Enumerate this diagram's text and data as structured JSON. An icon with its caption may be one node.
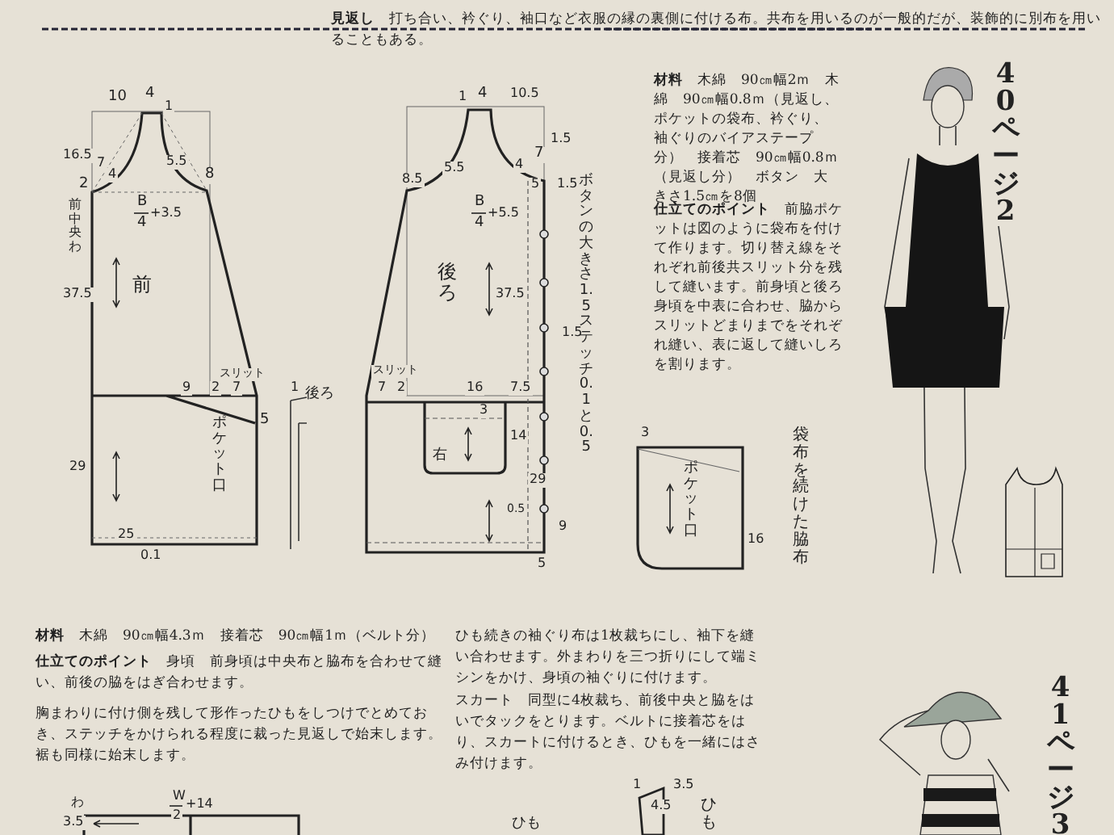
{
  "diagram": {
    "labels": [
      "**見返し**　打ち合い、衿ぐり、袖口など衣服の縁の裏側に付ける布。共布を用いるのが一般的だが、装飾的に別布を用いることもある。",
      "10",
      "4",
      "1",
      "16.5",
      "7",
      "4",
      "5.5",
      "8",
      "2",
      "B",
      "4",
      "+3.5",
      "前中央わ",
      "37.5",
      "前",
      "スリット",
      "9",
      "2",
      "7",
      "1",
      "後ろ",
      "5",
      "ポケット口",
      "29",
      "25",
      "0.1",
      "1",
      "4",
      "10.5",
      "1.5",
      "8.5",
      "5.5",
      "4",
      "7",
      "5",
      "1.5",
      "B",
      "4",
      "+5.5",
      "後ろ",
      "37.5",
      "1.5",
      "スリット",
      "7",
      "2",
      "16",
      "7.5",
      "3",
      "14",
      "右",
      "29",
      "0.5",
      "9",
      "5",
      "ボタンの大きさ1.5　ステッチ0.1と0.5",
      "**材料**　木綿　90㎝幅2ｍ　木綿　90㎝幅0.8ｍ（見返し、ポケットの袋布、衿ぐり、袖ぐりのバイアステープ分）　接着芯　90㎝幅0.8ｍ（見返し分）　ボタン　大きさ1.5㎝を8個",
      "**仕立てのポイント**　前脇ポケットは図のように袋布を付けて作ります。切り替え線をそれぞれ前後共スリット分を残して縫います。前身頃と後ろ身頃を中表に合わせ、脇からスリットどまりまでをそれぞれ縫い、表に返して縫いしろを割ります。",
      "3",
      "ポケット口",
      "16",
      "袋布を続けた脇布",
      "40ページ2",
      "**材料**　木綿　90㎝幅4.3ｍ　接着芯　90㎝幅1ｍ（ベルト分）",
      "**仕立てのポイント**　身頃　前身頃は中央布と脇布を合わせて縫い、前後の脇をはぎ合わせます。",
      "胸まわりに付け側を残して形作ったひもをしつけでとめておき、ステッチをかけられる程度に裁った見返しで始末します。裾も同様に始末します。",
      "ひも続きの袖ぐり布は1枚裁ちにし、袖下を縫い合わせます。外まわりを三つ折りにして端ミシンをかけ、身頃の袖ぐりに付けます。",
      "スカート　同型に4枚裁ち、前後中央と脇をはいでタックをとります。ベルトに接着芯をはり、スカートに付けるとき、ひもを一緒にはさみ付けます。",
      "41ページ3",
      "わ",
      "W",
      "2",
      "+14",
      "3.5",
      "ひも",
      "1",
      "3.5",
      "4.5",
      "ひも"
    ]
  }
}
